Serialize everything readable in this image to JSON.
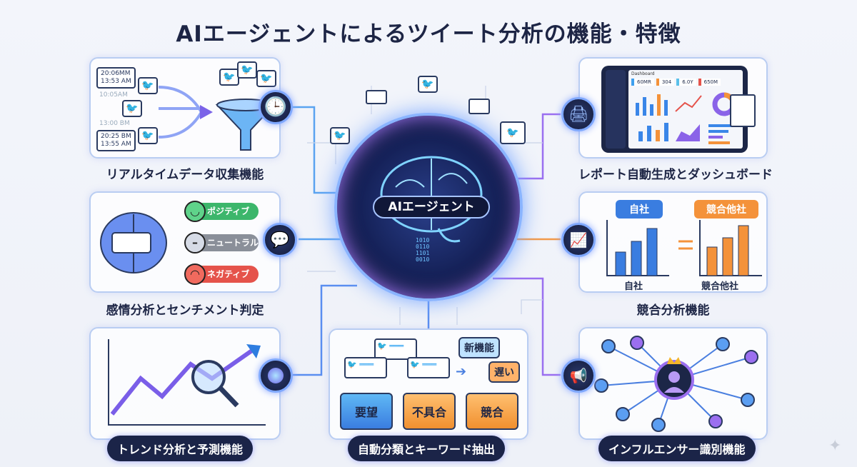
{
  "title": "AIエージェントによるツイート分析の機能・特徴",
  "center": {
    "label": "AIエージェント",
    "icon": "brain-icon"
  },
  "features": {
    "realtime": {
      "label": "リアルタイムデータ収集機能",
      "timestamps": [
        "20:06MM\n13:53 AM",
        "10:05AM",
        "13:00 BM",
        "20:25 BM\n13:55 AM"
      ],
      "icon": "clock-icon"
    },
    "sentiment": {
      "label": "感情分析とセンチメント判定",
      "positive": "ポジティブ",
      "neutral": "ニュートラル",
      "negative": "ネガティブ",
      "icon": "chat-icon"
    },
    "trend": {
      "label": "トレンド分析と予測機能",
      "icon": "crystal-ball-icon"
    },
    "classify": {
      "label": "自動分類とキーワード抽出",
      "folders": [
        "要望",
        "不具合",
        "競合"
      ],
      "keywords": [
        "新機能",
        "遅い"
      ]
    },
    "report": {
      "label": "レポート自動生成とダッシュボード",
      "dashboard_title": "Dashboard",
      "kpis": [
        "60MR",
        "304",
        "6.0Y",
        "650M"
      ],
      "icon": "printer-icon"
    },
    "competitor": {
      "label": "競合分析機能",
      "own_tag": "自社",
      "rival_tag": "競合他社",
      "own_axis": "自社",
      "rival_axis": "競合他社",
      "icon": "bar-chart-icon"
    },
    "influencer": {
      "label": "インフルエンサー識別機能",
      "icon": "megaphone-icon"
    }
  },
  "colors": {
    "accent": "#5b7cff",
    "positive": "#3cb66b",
    "neutral": "#8a8f99",
    "negative": "#e5534b",
    "orange": "#f4923a"
  }
}
